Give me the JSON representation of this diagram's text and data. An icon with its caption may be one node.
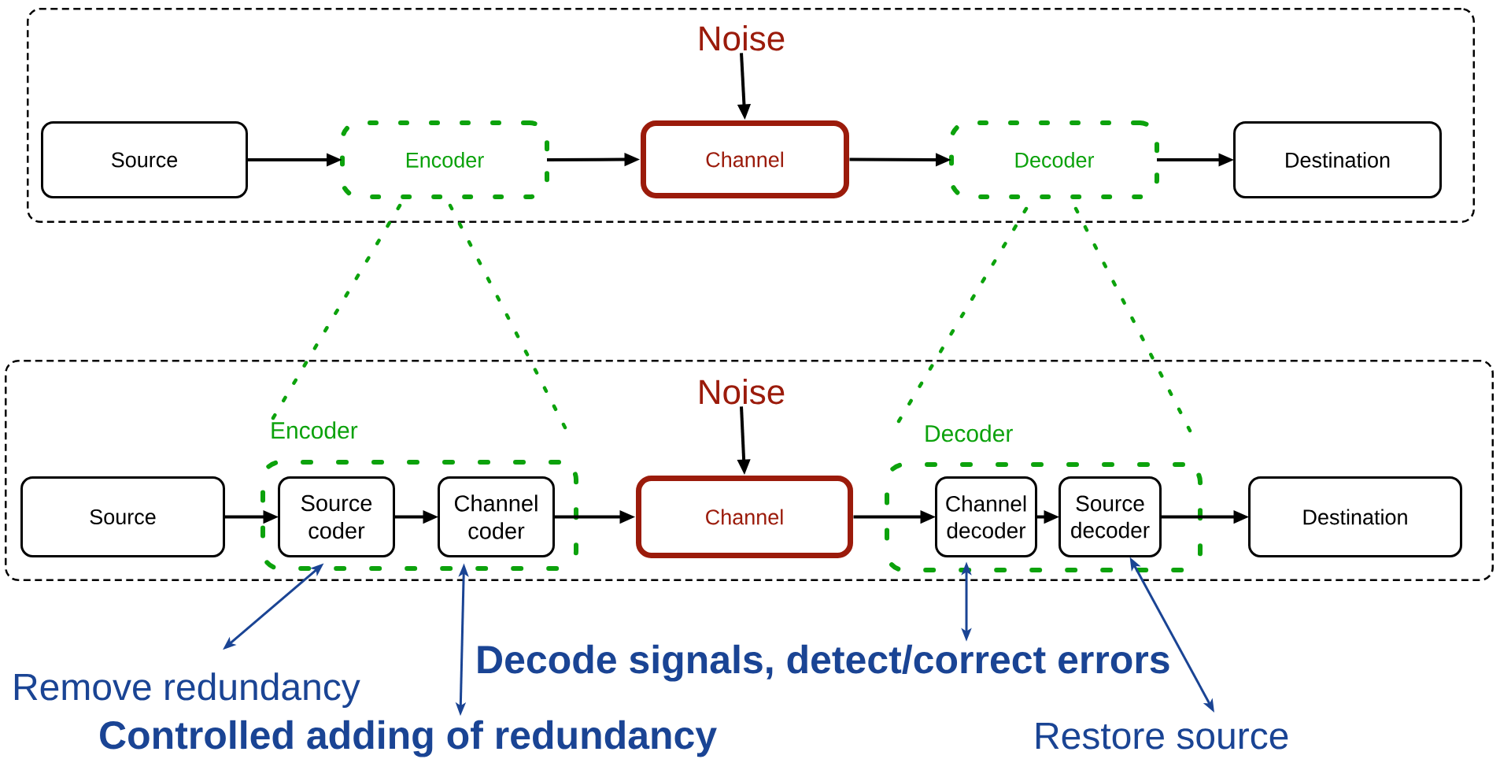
{
  "diagram": {
    "nodes": [
      {
        "text": [],
        "shape": "box"
      },
      {
        "text": [
          "Noise"
        ],
        "in": 0
      },
      {
        "text": [
          "Source"
        ],
        "in": 0
      },
      {
        "text": [
          "Encoder"
        ],
        "in": 0
      },
      {
        "text": [
          "Channel"
        ],
        "in": 0
      },
      {
        "text": [
          "Decoder"
        ],
        "in": 0
      },
      {
        "text": [
          "Destination"
        ],
        "in": 0
      },
      {
        "text": [],
        "shape": "box"
      },
      {
        "text": [
          "Noise"
        ],
        "in": 7
      },
      {
        "text": [
          "Source"
        ],
        "in": 7
      },
      {
        "text": [
          "Encoder"
        ],
        "in": 7
      },
      {
        "text": [
          "Source coder"
        ],
        "in": 10
      },
      {
        "text": [
          "Channel coder"
        ],
        "in": 10
      },
      {
        "text": [
          "Channel"
        ],
        "in": 7
      },
      {
        "text": [
          "Decoder"
        ],
        "in": 7
      },
      {
        "text": [
          "Channel decoder"
        ],
        "in": 14
      },
      {
        "text": [
          "Source decoder"
        ],
        "in": 14
      },
      {
        "text": [
          "Destination"
        ],
        "in": 7
      },
      {
        "text": [
          "Decode signals, detect/correct errors"
        ]
      },
      {
        "text": [
          "Remove redundancy"
        ]
      },
      {
        "text": [
          "Controlled adding of redundancy"
        ]
      },
      {
        "text": [
          "Restore source"
        ]
      }
    ],
    "edges": [
      {
        "from": 1,
        "to": 4,
        "arrow": "to"
      },
      {
        "from": 2,
        "to": 3,
        "arrow": "to"
      },
      {
        "from": 3,
        "to": 4,
        "arrow": "to"
      },
      {
        "from": 4,
        "to": 5,
        "arrow": "to"
      },
      {
        "from": 5,
        "to": 6,
        "arrow": "to"
      },
      {
        "from": 3,
        "to": 10,
        "arrow": "none",
        "style": "dashed",
        "color": "#0ca20c"
      },
      {
        "from": 3,
        "to": 10,
        "arrow": "none",
        "style": "dashed",
        "color": "#0ca20c"
      },
      {
        "from": 5,
        "to": 14,
        "arrow": "none",
        "style": "dashed",
        "color": "#0ca20c"
      },
      {
        "from": 5,
        "to": 14,
        "arrow": "none",
        "style": "dashed",
        "color": "#0ca20c"
      },
      {
        "from": 8,
        "to": 13,
        "arrow": "to"
      },
      {
        "from": 9,
        "to": 11,
        "arrow": "to"
      },
      {
        "from": 11,
        "to": 12,
        "arrow": "to"
      },
      {
        "from": 12,
        "to": 13,
        "arrow": "to"
      },
      {
        "from": 13,
        "to": 15,
        "arrow": "to"
      },
      {
        "from": 15,
        "to": 16,
        "arrow": "to"
      },
      {
        "from": 16,
        "to": 17,
        "arrow": "to"
      },
      {
        "from": 19,
        "to": 11,
        "arrow": "both",
        "color": "#1a4494"
      },
      {
        "from": 20,
        "to": 12,
        "arrow": "both",
        "color": "#1a4494"
      },
      {
        "from": 18,
        "to": 15,
        "arrow": "both",
        "color": "#1a4494"
      },
      {
        "from": 21,
        "to": 16,
        "arrow": "both",
        "color": "#1a4494"
      }
    ]
  }
}
